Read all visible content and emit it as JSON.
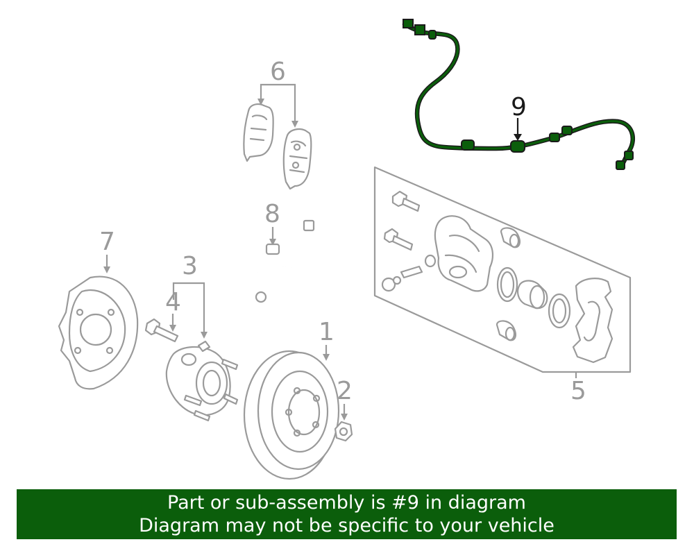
{
  "callouts": [
    {
      "id": "1",
      "label": "1"
    },
    {
      "id": "2",
      "label": "2"
    },
    {
      "id": "3",
      "label": "3"
    },
    {
      "id": "4",
      "label": "4"
    },
    {
      "id": "5",
      "label": "5"
    },
    {
      "id": "6",
      "label": "6"
    },
    {
      "id": "7",
      "label": "7"
    },
    {
      "id": "8",
      "label": "8"
    },
    {
      "id": "9",
      "label": "9"
    }
  ],
  "highlight_part": "9",
  "colors": {
    "highlight": "#0b5e0b",
    "line_gray": "#9a9a9a",
    "banner_background": "#0b5e0b",
    "banner_text": "#ffffff"
  },
  "banner": {
    "line1": "Part or sub-assembly is #9 in diagram",
    "line2": "Diagram may not be specific to your vehicle"
  }
}
